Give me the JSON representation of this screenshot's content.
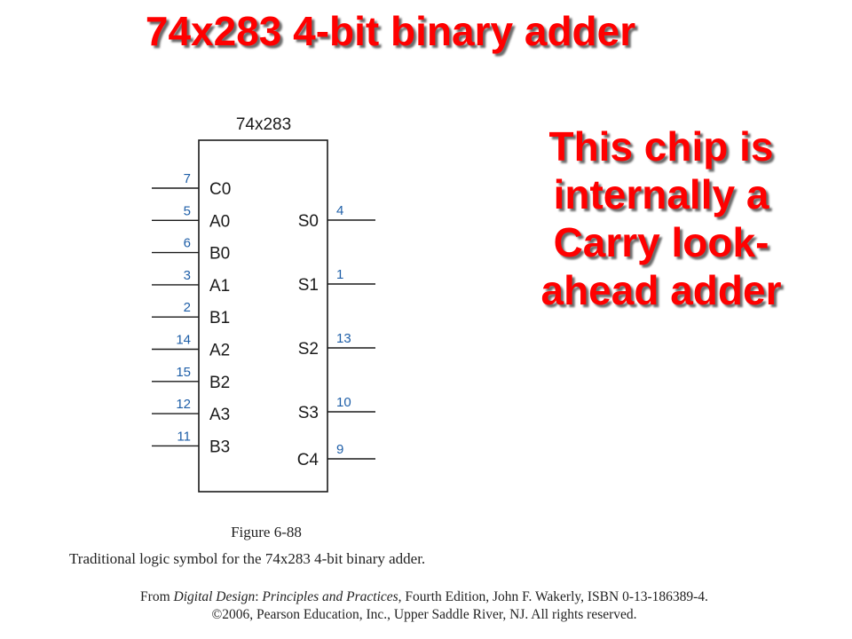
{
  "slide": {
    "title": "74x283 4-bit binary adder",
    "callout_lines": [
      "This chip is",
      "internally a",
      "Carry look-",
      "ahead adder"
    ]
  },
  "diagram": {
    "chip_name": "74x283",
    "left_pins": [
      {
        "name": "C0",
        "number": "7"
      },
      {
        "name": "A0",
        "number": "5"
      },
      {
        "name": "B0",
        "number": "6"
      },
      {
        "name": "A1",
        "number": "3"
      },
      {
        "name": "B1",
        "number": "2"
      },
      {
        "name": "A2",
        "number": "14"
      },
      {
        "name": "B2",
        "number": "15"
      },
      {
        "name": "A3",
        "number": "12"
      },
      {
        "name": "B3",
        "number": "11"
      }
    ],
    "right_pins": [
      {
        "name": "S0",
        "number": "4"
      },
      {
        "name": "S1",
        "number": "1"
      },
      {
        "name": "S2",
        "number": "13"
      },
      {
        "name": "S3",
        "number": "10"
      },
      {
        "name": "C4",
        "number": "9"
      }
    ],
    "figure_label": "Figure 6-88",
    "figure_caption": "Traditional logic symbol for the 74x283 4-bit binary adder."
  },
  "credit": {
    "line1_prefix": "From ",
    "line1_book": "Digital Design",
    "line1_mid": ": ",
    "line1_sub": "Principles and Practices",
    "line1_suffix": ", Fourth Edition, John F. Wakerly, ISBN 0-13-186389-4.",
    "line2": "©2006, Pearson Education, Inc., Upper Saddle River, NJ. All rights reserved."
  },
  "colors": {
    "title": "#ff0000",
    "pin_number": "#1f5fa8",
    "line": "#1a1a1a"
  }
}
